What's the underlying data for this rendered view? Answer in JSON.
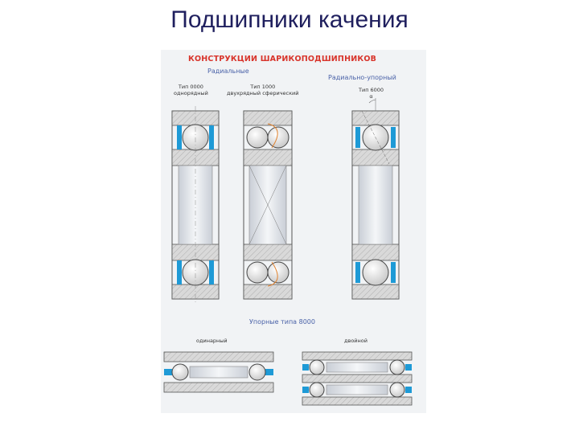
{
  "slide": {
    "title": "Подшипники качения"
  },
  "figure": {
    "header": "КОНСТРУКЦИИ ШАРИКОПОДШИПНИКОВ",
    "groups": {
      "radial": "Радиальные",
      "angular_contact": "Радиально-упорный",
      "thrust": "Упорные типа 8000"
    },
    "bearings": [
      {
        "type": "Тип 0000",
        "desc": "однорядный"
      },
      {
        "type": "Тип 1000",
        "desc": "двухрядный сферический"
      },
      {
        "type": "Тип 6000",
        "desc": "α"
      }
    ],
    "thrust_bearings": [
      {
        "desc": "одинарный"
      },
      {
        "desc": "двойной"
      }
    ]
  },
  "colors": {
    "title": "#1f1f5e",
    "header": "#d8342b",
    "group_label": "#4a62a8",
    "ring_fill": "#d9d9d9",
    "separator": "#1e9ad6",
    "angle_line": "#e0802a",
    "bore_gradient": "#e6e9ee"
  }
}
